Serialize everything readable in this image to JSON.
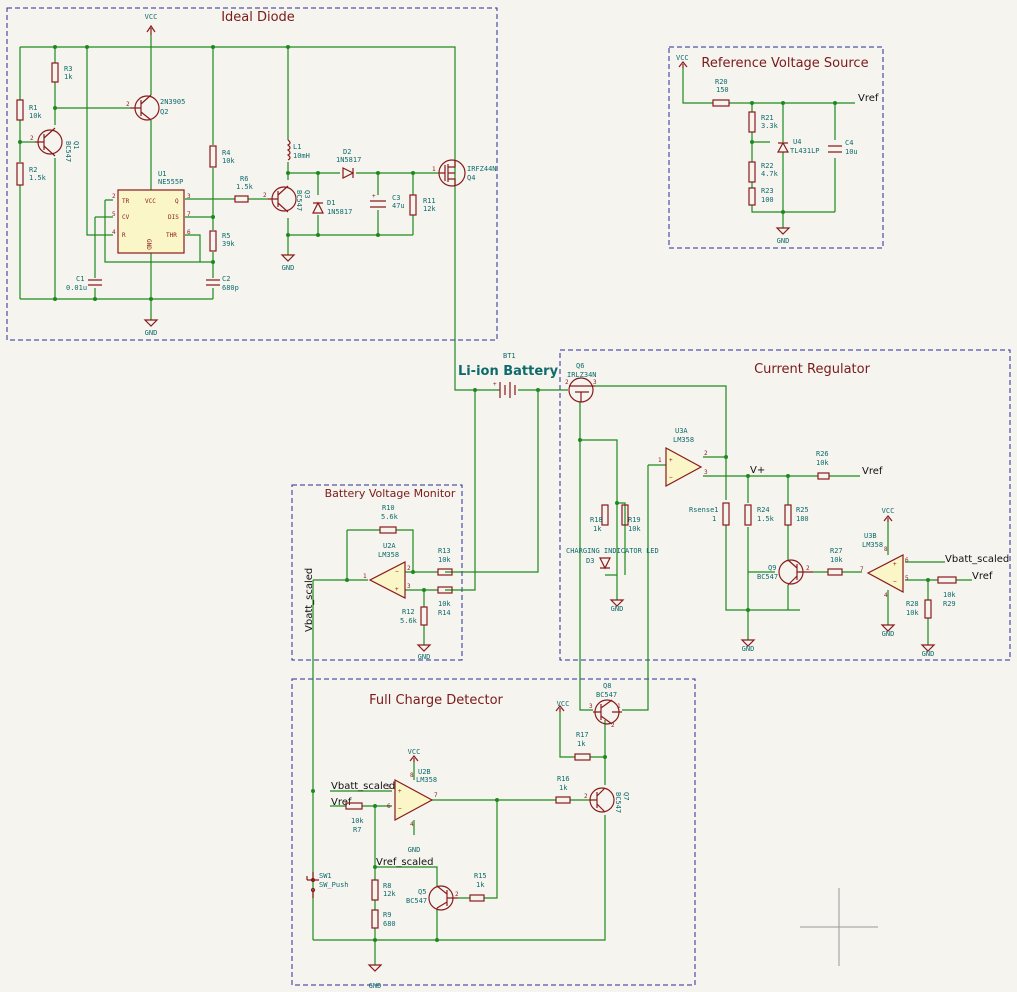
{
  "sections": {
    "ideal_diode": "Ideal Diode",
    "reference": "Reference Voltage Source",
    "current_regulator": "Current Regulator",
    "battery_monitor": "Battery Voltage Monitor",
    "full_charge": "Full Charge Detector"
  },
  "battery": {
    "ref": "BT1",
    "value": "Li-ion Battery"
  },
  "power": {
    "vcc": "VCC",
    "gnd": "GND"
  },
  "nets": {
    "vref": "Vref",
    "vplus": "V+",
    "vbatt_scaled": "Vbatt_scaled",
    "vref_scaled": "Vref_scaled"
  },
  "components": {
    "R3": "R3",
    "R3v": "1k",
    "R1": "R1",
    "R1v": "10k",
    "R2": "R2",
    "R2v": "1.5k",
    "Q1": "Q1",
    "Q1v": "BC547",
    "Q2": "Q2",
    "Q2v": "2N3905",
    "U1": "U1",
    "U1v": "NE555P",
    "R4": "R4",
    "R4v": "10k",
    "R5": "R5",
    "R5v": "39k",
    "C1": "C1",
    "C1v": "0.01u",
    "C2": "C2",
    "C2v": "680p",
    "R6": "R6",
    "R6v": "1.5k",
    "Q3": "Q3",
    "Q3v": "BC547",
    "L1": "L1",
    "L1v": "10mH",
    "D1": "D1",
    "D1v": "1N5817",
    "D2": "D2",
    "D2v": "1N5817",
    "C3": "C3",
    "C3v": "47u",
    "R11": "R11",
    "R11v": "12k",
    "Q4": "Q4",
    "Q4v": "IRFZ44N",
    "R20": "R20",
    "R20v": "150",
    "R21": "R21",
    "R21v": "3.3k",
    "R22": "R22",
    "R22v": "4.7k",
    "R23": "R23",
    "R23v": "100",
    "U4": "U4",
    "U4v": "TL431LP",
    "C4": "C4",
    "C4v": "10u",
    "Q6": "Q6",
    "Q6v": "IRLZ34N",
    "U3A": "U3A",
    "U3Av": "LM358",
    "R26": "R26",
    "R26v": "10k",
    "R18": "R18",
    "R18v": "1k",
    "R19": "R19",
    "R19v": "10k",
    "D3": "D3",
    "D3v": "CHARGING INDICATOR LED",
    "Rsense": "Rsense1",
    "Rsensev": "1",
    "R24": "R24",
    "R24v": "1.5k",
    "R25": "R25",
    "R25v": "180",
    "Q9": "Q9",
    "Q9v": "BC547",
    "R27": "R27",
    "R27v": "10k",
    "U3B": "U3B",
    "U3Bv": "LM358",
    "R28": "R28",
    "R28v": "10k",
    "R29": "R29",
    "R29v": "10k",
    "R10": "R10",
    "R10v": "5.6k",
    "U2A": "U2A",
    "U2Av": "LM358",
    "R13": "R13",
    "R13v": "10k",
    "R14": "R14",
    "R14v": "10k",
    "R12": "R12",
    "R12v": "5.6k",
    "Q8": "Q8",
    "Q8v": "BC547",
    "R17": "R17",
    "R17v": "1k",
    "U2B": "U2B",
    "U2Bv": "LM358",
    "R16": "R16",
    "R16v": "1k",
    "Q7": "Q7",
    "Q7v": "BC547",
    "R7": "R7",
    "R7v": "10k",
    "SW1": "SW1",
    "SW1v": "SW_Push",
    "R8": "R8",
    "R8v": "12k",
    "R9": "R9",
    "R9v": "680",
    "Q5": "Q5",
    "Q5v": "BC547",
    "R15": "R15",
    "R15v": "1k"
  },
  "u1_pins": {
    "tr": "TR",
    "cv": "CV",
    "r": "R",
    "vcc": "VCC",
    "gnd": "GND",
    "q": "Q",
    "dis": "DIS",
    "thr": "THR"
  }
}
